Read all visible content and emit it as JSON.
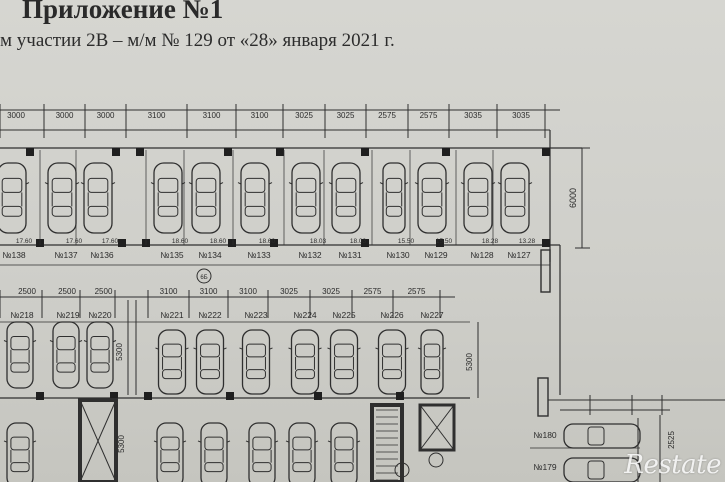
{
  "header": {
    "title": "Приложение №1",
    "subtitle": "м участии 2В – м/м № 129 от «28» января 2021 г."
  },
  "plan": {
    "top_dims": [
      "3000",
      "3000",
      "3000",
      "3100",
      "3100",
      "3100",
      "3025",
      "3025",
      "2575",
      "2575",
      "3035",
      "3035"
    ],
    "row1_labels": [
      "№138",
      "№137",
      "№136",
      "№135",
      "№134",
      "№133",
      "№132",
      "№131",
      "№130",
      "№129",
      "№128",
      "№127"
    ],
    "row1_areas": [
      "17.60",
      "17.60",
      "17.60",
      "18.60",
      "18.60",
      "18.60",
      "18.03",
      "18.03",
      "15.50",
      "15.50",
      "18.28",
      "13.28"
    ],
    "side_dim": "6000",
    "mid_dims_left": [
      "2500",
      "2500",
      "2500"
    ],
    "mid_dims_right": [
      "3100",
      "3100",
      "3100",
      "3025",
      "3025",
      "2575",
      "2575"
    ],
    "row2_left_labels": [
      "№218",
      "№219",
      "№220"
    ],
    "row2_right_labels": [
      "№221",
      "№222",
      "№223",
      "№224",
      "№225",
      "№226",
      "№227"
    ],
    "row2_side_dim_left": "5300",
    "row2_side_dim_right": "5300",
    "row3_side_dim": "5300",
    "axis_marker": "6Б",
    "right_labels": [
      "№180",
      "№179"
    ],
    "right_dim": "2525",
    "watermark": "Restate"
  }
}
